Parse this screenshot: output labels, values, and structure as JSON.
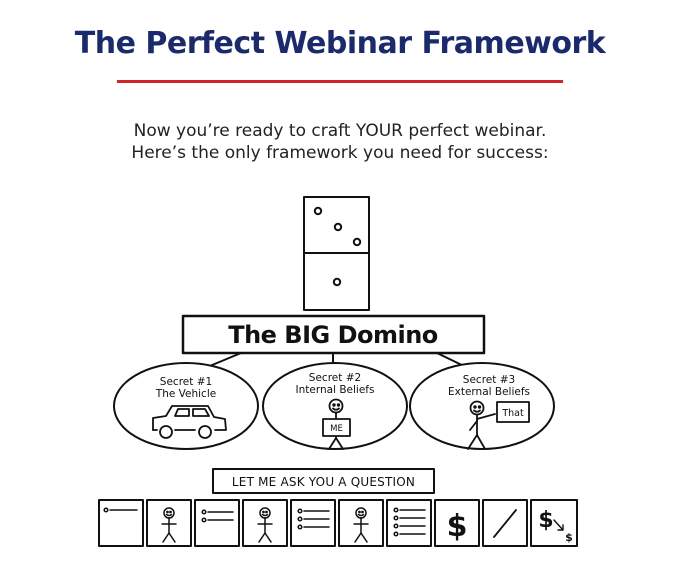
{
  "header": {
    "title": "The Perfect Webinar Framework",
    "colors": {
      "title": "#1b2a6e",
      "rule": "#d2232a"
    }
  },
  "intro": {
    "line1": "Now you’re ready to craft YOUR perfect webinar.",
    "line2": "Here’s the only framework you need for success:"
  },
  "diagram": {
    "big_domino_label": "The BIG Domino",
    "secrets": [
      {
        "line1": "Secret #1",
        "line2": "The Vehicle",
        "icon": "car-icon"
      },
      {
        "line1": "Secret #2",
        "line2": "Internal Beliefs",
        "icon": "stick-figure-icon",
        "sign": "ME"
      },
      {
        "line1": "Secret #3",
        "line2": "External Beliefs",
        "icon": "stick-figure-icon",
        "sign": "That"
      }
    ],
    "question_label": "LET ME ASK YOU A QUESTION",
    "frames": [
      {
        "icon": "slide-icon"
      },
      {
        "icon": "smiley-stick-figure-icon"
      },
      {
        "icon": "list-icon"
      },
      {
        "icon": "smiley-stick-figure-icon"
      },
      {
        "icon": "list-icon"
      },
      {
        "icon": "smiley-stick-figure-icon"
      },
      {
        "icon": "list-icon"
      },
      {
        "icon": "dollar-icon",
        "symbol": "$"
      },
      {
        "icon": "slash-icon"
      },
      {
        "icon": "dollar-down-icon",
        "symbol": "$",
        "symbol_small": "$"
      }
    ]
  }
}
